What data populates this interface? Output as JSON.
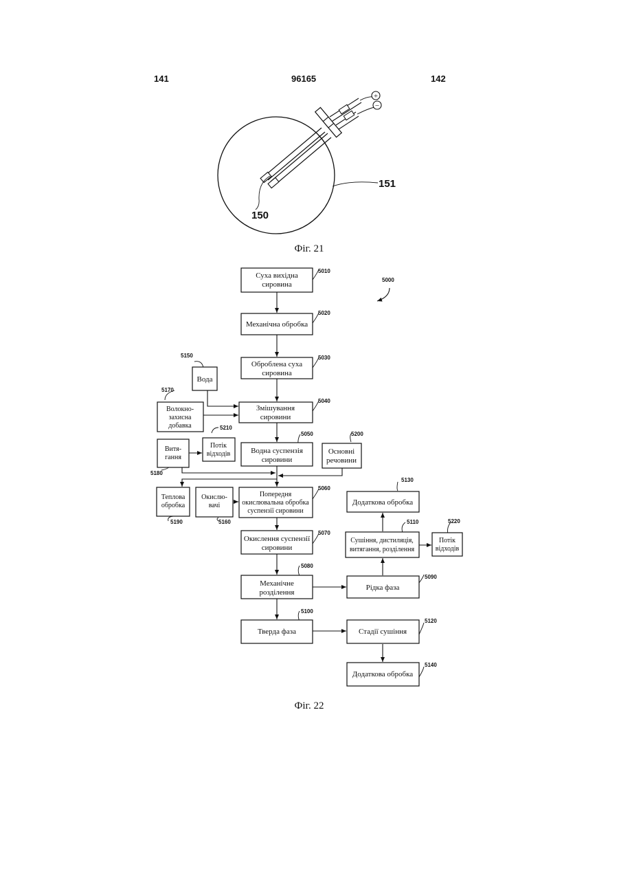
{
  "header": {
    "left": "141",
    "center": "96165",
    "right": "142"
  },
  "fig21": {
    "caption": "Фіг. 21",
    "label_probe": "150",
    "label_sphere": "151",
    "plus": "+",
    "minus": "−"
  },
  "fig22": {
    "caption": "Фіг. 22",
    "system_ref": "5000",
    "boxes": {
      "b5010": {
        "ref": "5010",
        "l1": "Суха вихідна",
        "l2": "сировина"
      },
      "b5020": {
        "ref": "5020",
        "l1": "Механічна обробка"
      },
      "b5030": {
        "ref": "5030",
        "l1": "Оброблена суха",
        "l2": "сировина"
      },
      "b5040": {
        "ref": "5040",
        "l1": "Змішування",
        "l2": "сировини"
      },
      "b5050": {
        "ref": "5050",
        "l1": "Водна суспензія",
        "l2": "сировини"
      },
      "b5060": {
        "ref": "5060",
        "l1": "Попередня",
        "l2": "окислювальна обробка",
        "l3": "суспензії сировини"
      },
      "b5070": {
        "ref": "5070",
        "l1": "Окислення суспензії",
        "l2": "сировини"
      },
      "b5080": {
        "ref": "5080",
        "l1": "Механічне",
        "l2": "розділення"
      },
      "b5100": {
        "ref": "5100",
        "l1": "Тверда фаза"
      },
      "b5090": {
        "ref": "5090",
        "l1": "Рідка фаза"
      },
      "b5110": {
        "ref": "5110",
        "l1": "Сушіння, дистиляція,",
        "l2": "витягання, розділення"
      },
      "b5130": {
        "ref": "5130",
        "l1": "Додаткова обробка"
      },
      "b5120": {
        "ref": "5120",
        "l1": "Стадії сушіння"
      },
      "b5140": {
        "ref": "5140",
        "l1": "Додаткова обробка"
      },
      "b5150": {
        "ref": "5150",
        "l1": "Вода"
      },
      "b5170": {
        "ref": "5170",
        "l1": "Волокно-",
        "l2": "захисна",
        "l3": "добавка"
      },
      "b5180": {
        "ref": "5180",
        "l1": "Витя-",
        "l2": "гання"
      },
      "b5210": {
        "ref": "5210",
        "l1": "Потік",
        "l2": "відходів"
      },
      "b5200": {
        "ref": "5200",
        "l1": "Основні",
        "l2": "речовини"
      },
      "b5190": {
        "ref": "5190",
        "l1": "Теплова",
        "l2": "обробка"
      },
      "b5160": {
        "ref": "5160",
        "l1": "Окислю-",
        "l2": "вачі"
      },
      "b5220": {
        "ref": "5220",
        "l1": "Потік",
        "l2": "відходів"
      }
    }
  }
}
